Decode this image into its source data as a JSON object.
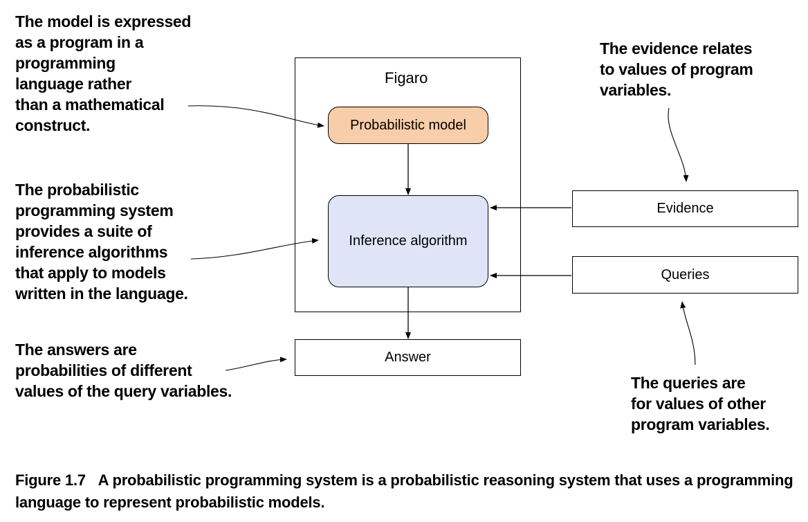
{
  "diagram": {
    "container_label": "Figaro",
    "nodes": {
      "probabilistic_model": "Probabilistic model",
      "inference_algorithm": "Inference algorithm",
      "evidence": "Evidence",
      "queries": "Queries",
      "answer": "Answer"
    },
    "colors": {
      "probabilistic_model_fill": "#f8cda9",
      "inference_algorithm_fill": "#dfe5f7",
      "line": "#000000"
    },
    "annotations": {
      "model_note": "The model is expressed\nas a program in a\nprogramming\nlanguage rather\nthan a mathematical\nconstruct.",
      "system_note": "The probabilistic\nprogramming system\nprovides a suite of\ninference algorithms\nthat apply to models\nwritten in the language.",
      "answers_note": "The answers are\nprobabilities of different\nvalues of the query variables.",
      "evidence_note": "The evidence relates\nto values of program\nvariables.",
      "queries_note": "The queries are\nfor values of other\nprogram variables."
    }
  },
  "caption": {
    "label": "Figure 1.7",
    "text": "A probabilistic programming system is a probabilistic reasoning system that uses a programming language to represent probabilistic models."
  }
}
